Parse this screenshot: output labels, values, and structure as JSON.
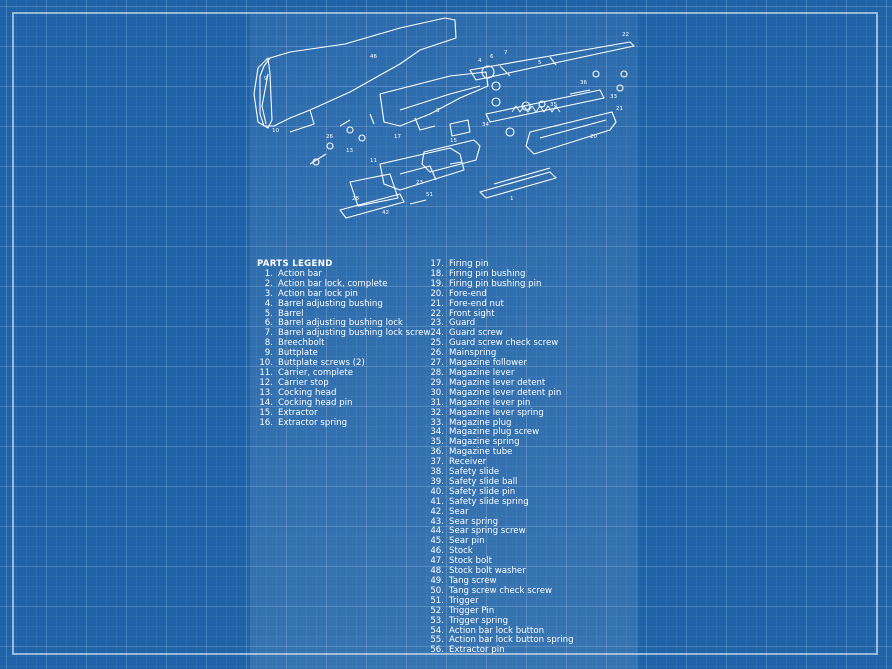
{
  "legend": {
    "title": "PARTS LEGEND",
    "parts": [
      {
        "num": "1.",
        "name": "Action bar"
      },
      {
        "num": "2.",
        "name": "Action bar lock, complete"
      },
      {
        "num": "3.",
        "name": "Action bar lock pin"
      },
      {
        "num": "4.",
        "name": "Barrel adjusting bushing"
      },
      {
        "num": "5.",
        "name": "Barrel"
      },
      {
        "num": "6.",
        "name": "Barrel adjusting bushing lock"
      },
      {
        "num": "7.",
        "name": "Barrel adjusting bushing lock screw"
      },
      {
        "num": "8.",
        "name": "Breechbolt"
      },
      {
        "num": "9.",
        "name": "Buttplate"
      },
      {
        "num": "10.",
        "name": "Buttplate screws (2)"
      },
      {
        "num": "11.",
        "name": "Carrier, complete"
      },
      {
        "num": "12.",
        "name": "Carrier stop"
      },
      {
        "num": "13.",
        "name": "Cocking head"
      },
      {
        "num": "14.",
        "name": "Cocking head pin"
      },
      {
        "num": "15.",
        "name": "Extractor"
      },
      {
        "num": "16.",
        "name": "Extractor spring"
      },
      {
        "num": "17.",
        "name": "Firing pin"
      },
      {
        "num": "18.",
        "name": "Firing pin bushing"
      },
      {
        "num": "19.",
        "name": "Firing pin bushing pin"
      },
      {
        "num": "20.",
        "name": "Fore-end"
      },
      {
        "num": "21.",
        "name": "Fore-end nut"
      },
      {
        "num": "22.",
        "name": "Front sight"
      },
      {
        "num": "23.",
        "name": "Guard"
      },
      {
        "num": "24.",
        "name": "Guard screw"
      },
      {
        "num": "25.",
        "name": "Guard screw check screw"
      },
      {
        "num": "26.",
        "name": "Mainspring"
      },
      {
        "num": "27.",
        "name": "Magazine follower"
      },
      {
        "num": "28.",
        "name": "Magazine lever"
      },
      {
        "num": "29.",
        "name": "Magazine lever detent"
      },
      {
        "num": "30.",
        "name": "Magazine lever detent pin"
      },
      {
        "num": "31.",
        "name": "Magazine lever pin"
      },
      {
        "num": "32.",
        "name": "Magazine lever spring"
      },
      {
        "num": "33.",
        "name": "Magazine plug"
      },
      {
        "num": "34.",
        "name": "Magazine plug screw"
      },
      {
        "num": "35.",
        "name": "Magazine spring"
      },
      {
        "num": "36.",
        "name": "Magazine tube"
      },
      {
        "num": "37.",
        "name": "Receiver"
      },
      {
        "num": "38.",
        "name": "Safety slide"
      },
      {
        "num": "39.",
        "name": "Safety slide ball"
      },
      {
        "num": "40.",
        "name": "Safety slide pin"
      },
      {
        "num": "41.",
        "name": "Safety slide spring"
      },
      {
        "num": "42.",
        "name": "Sear"
      },
      {
        "num": "43.",
        "name": "Sear spring"
      },
      {
        "num": "44.",
        "name": "Sear spring screw"
      },
      {
        "num": "45.",
        "name": "Sear pin"
      },
      {
        "num": "46.",
        "name": "Stock"
      },
      {
        "num": "47.",
        "name": "Stock bolt"
      },
      {
        "num": "48.",
        "name": "Stock bolt washer"
      },
      {
        "num": "49.",
        "name": "Tang screw"
      },
      {
        "num": "50.",
        "name": "Tang screw check screw"
      },
      {
        "num": "51.",
        "name": "Trigger"
      },
      {
        "num": "52.",
        "name": "Trigger Pin"
      },
      {
        "num": "53.",
        "name": "Trigger spring"
      },
      {
        "num": "54.",
        "name": "Action bar lock button"
      },
      {
        "num": "55.",
        "name": "Action bar lock button spring"
      },
      {
        "num": "56.",
        "name": "Extractor pin"
      }
    ]
  },
  "callouts": [
    "22",
    "5",
    "6",
    "7",
    "4",
    "9",
    "8",
    "1",
    "11",
    "23",
    "15",
    "10",
    "20",
    "21",
    "35",
    "36",
    "33",
    "34",
    "26",
    "13",
    "17",
    "46",
    "28",
    "51",
    "42"
  ],
  "colors": {
    "background": "#1f63a8",
    "lines": "#ffffff"
  }
}
